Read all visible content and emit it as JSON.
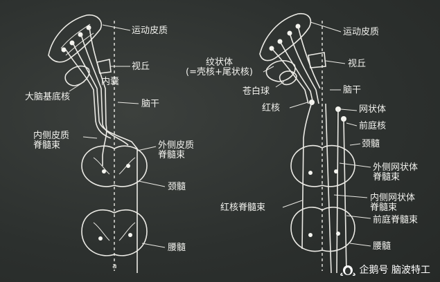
{
  "left_panel": {
    "motor_cortex": "运动皮质",
    "thalamus": "视丘",
    "internal_capsule": "内囊",
    "basal_nuclei": "大脑基底核",
    "brainstem": "脑干",
    "medial_tract": "内侧皮质\n脊髓束",
    "lateral_tract": "外侧皮质\n脊髓束",
    "cervical": "颈髓",
    "lumbar": "腰髓",
    "panel_letter": "a"
  },
  "right_panel": {
    "motor_cortex": "运动皮质",
    "striatum": "纹状体\n(=壳核+尾状核)",
    "thalamus": "视丘",
    "globus_pallidus": "苍白球",
    "brainstem": "脑干",
    "red_nucleus": "红核",
    "reticular_formation": "网状体",
    "vestibular_nucleus": "前庭核",
    "cervical": "颈髓",
    "lateral_reticulospinal": "外侧网状体\n脊髓束",
    "rubrospinal": "红核脊髓束",
    "medial_reticulospinal": "内侧网状体\n脊髓束",
    "vestibulospinal": "前庭脊髓束",
    "lumbar": "腰髓"
  },
  "watermark": {
    "text": "企鹅号 脑波特工",
    "icon": "penguin-logo-icon"
  }
}
